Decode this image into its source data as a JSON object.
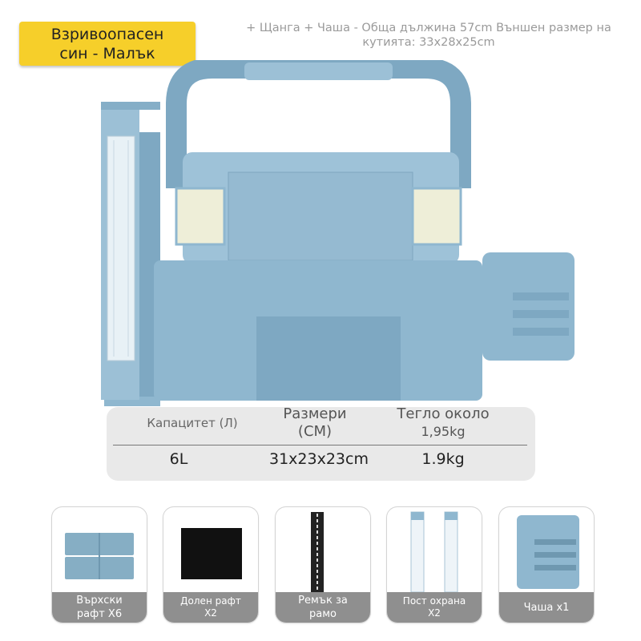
{
  "badge": {
    "line1": "Взривоопасен",
    "line2": "син - Малък"
  },
  "description": {
    "line1": "+ Щанга + Чаша - Обща дължина 57cm Външен размер на",
    "line2": "кутията: 33x28x25cm"
  },
  "colors": {
    "badge": "#f6cf2a",
    "box_blue": "#8fb7cf",
    "box_dark": "#6e9bb6",
    "label_bg": "#8f8f8f",
    "table_bg": "#e9e9e9"
  },
  "spec_table": {
    "headers": {
      "capacity": "Капацитет (Л)",
      "size_line1": "Размери",
      "size_line2": "(CM)",
      "weight_line1": "Тегло около",
      "weight_line2": "1,95kg"
    },
    "values": {
      "capacity": "6L",
      "size": "31x23x23cm",
      "weight": "1.9kg"
    }
  },
  "accessories": [
    {
      "label_line1": "Върхски",
      "label_line2": "рафт X6",
      "icon": "upper-shelf-icon"
    },
    {
      "label_line1": "Долен рафт",
      "label_line2": "X2",
      "icon": "lower-shelf-icon"
    },
    {
      "label_line1": "Ремък за",
      "label_line2": "рамо",
      "icon": "shoulder-strap-icon"
    },
    {
      "label_line1": "Пост охрана",
      "label_line2": "X2",
      "icon": "rod-holder-icon"
    },
    {
      "label_line1": "Чаша x1",
      "label_line2": "",
      "icon": "cup-holder-icon"
    }
  ]
}
